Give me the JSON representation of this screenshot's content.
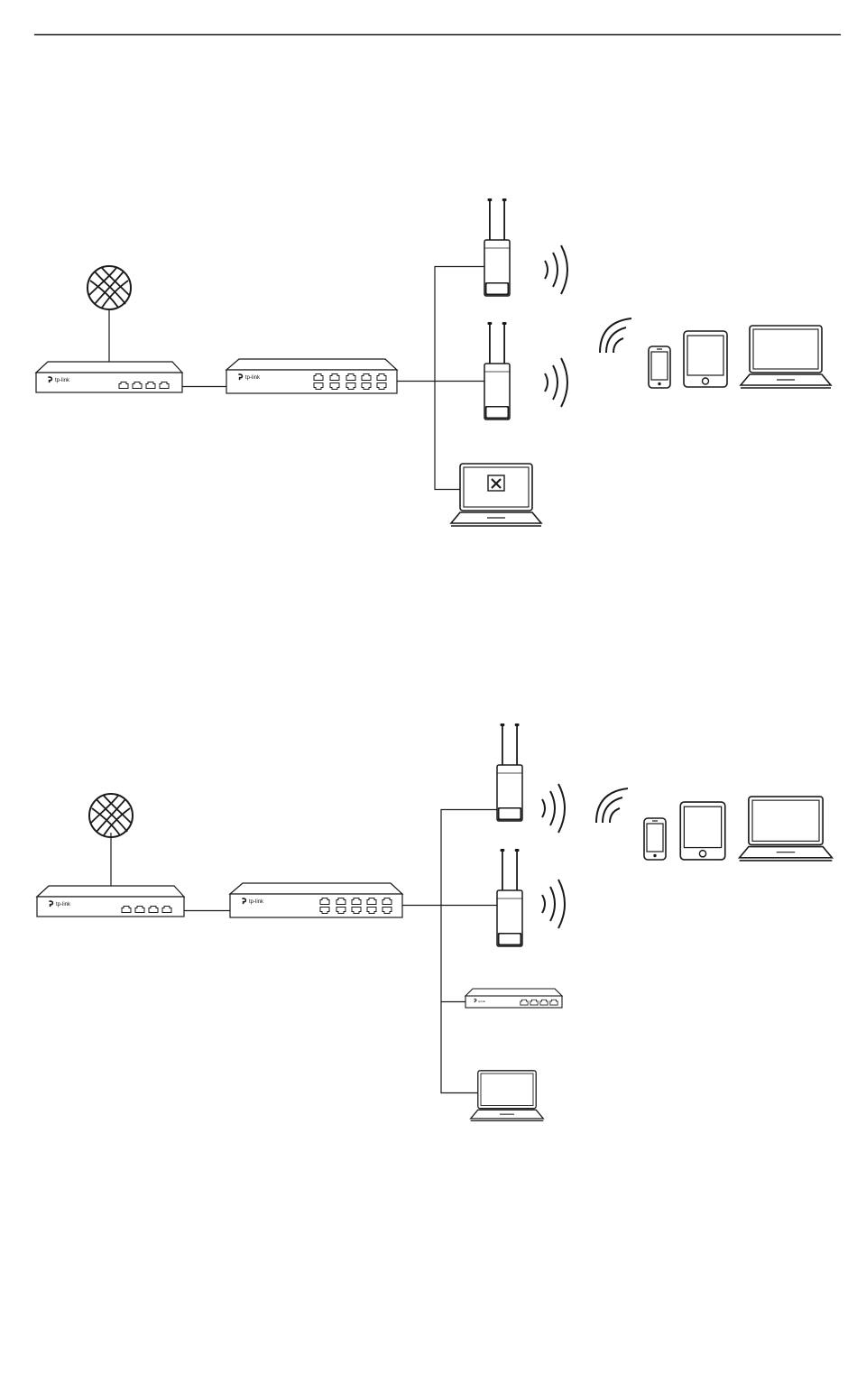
{
  "branding": {
    "device_brand": "tp-link"
  },
  "colors": {
    "line": "#1a1a1a",
    "background": "#ffffff"
  },
  "diagrams": [
    {
      "devices": [
        "internet-globe",
        "router",
        "switch",
        "access-point",
        "access-point",
        "management-laptop"
      ],
      "clients": [
        "smartphone",
        "tablet",
        "laptop"
      ]
    },
    {
      "devices": [
        "internet-globe",
        "router",
        "switch",
        "access-point",
        "access-point",
        "controller",
        "laptop"
      ],
      "clients": [
        "smartphone",
        "tablet",
        "laptop"
      ]
    }
  ]
}
